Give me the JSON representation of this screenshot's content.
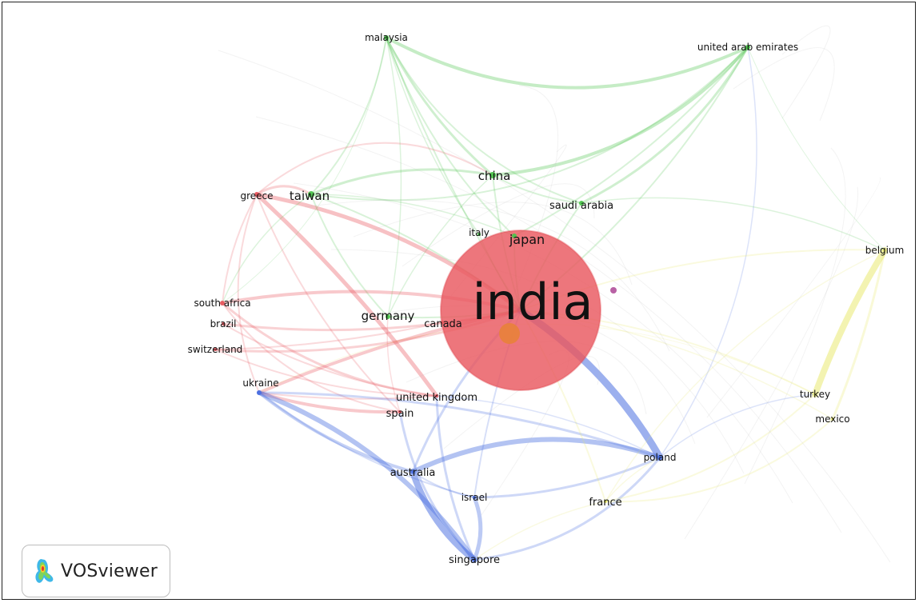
{
  "app": {
    "logo_text": "VOSviewer"
  },
  "colors": {
    "cluster_red": "#e9585f",
    "cluster_green": "#4cc44c",
    "cluster_blue": "#4a6fe0",
    "cluster_yellow": "#e8e86a",
    "orange_node": "#e8823a",
    "purple_node": "#b0509a"
  },
  "nodes": [
    {
      "id": "india",
      "label": "india",
      "cluster": "red"
    },
    {
      "id": "japan",
      "label": "japan",
      "cluster": "green"
    },
    {
      "id": "china",
      "label": "china",
      "cluster": "green"
    },
    {
      "id": "taiwan",
      "label": "taiwan",
      "cluster": "green"
    },
    {
      "id": "malaysia",
      "label": "malaysia",
      "cluster": "green"
    },
    {
      "id": "uae",
      "label": "united arab emirates",
      "cluster": "green"
    },
    {
      "id": "saudi",
      "label": "saudi arabia",
      "cluster": "green"
    },
    {
      "id": "italy",
      "label": "italy",
      "cluster": "green"
    },
    {
      "id": "germany",
      "label": "germany",
      "cluster": "green"
    },
    {
      "id": "greece",
      "label": "greece",
      "cluster": "red"
    },
    {
      "id": "southafrica",
      "label": "south africa",
      "cluster": "red"
    },
    {
      "id": "brazil",
      "label": "brazil",
      "cluster": "red"
    },
    {
      "id": "switzerland",
      "label": "switzerland",
      "cluster": "red"
    },
    {
      "id": "canada",
      "label": "canada",
      "cluster": "red"
    },
    {
      "id": "uk",
      "label": "united kingdom",
      "cluster": "red"
    },
    {
      "id": "spain",
      "label": "spain",
      "cluster": "red"
    },
    {
      "id": "ukraine",
      "label": "ukraine",
      "cluster": "blue"
    },
    {
      "id": "australia",
      "label": "australia",
      "cluster": "blue"
    },
    {
      "id": "israel",
      "label": "israel",
      "cluster": "blue"
    },
    {
      "id": "singapore",
      "label": "singapore",
      "cluster": "blue"
    },
    {
      "id": "poland",
      "label": "poland",
      "cluster": "blue"
    },
    {
      "id": "belgium",
      "label": "belgium",
      "cluster": "yellow"
    },
    {
      "id": "turkey",
      "label": "turkey",
      "cluster": "yellow"
    },
    {
      "id": "mexico",
      "label": "mexico",
      "cluster": "yellow"
    },
    {
      "id": "france",
      "label": "france",
      "cluster": "yellow"
    }
  ]
}
